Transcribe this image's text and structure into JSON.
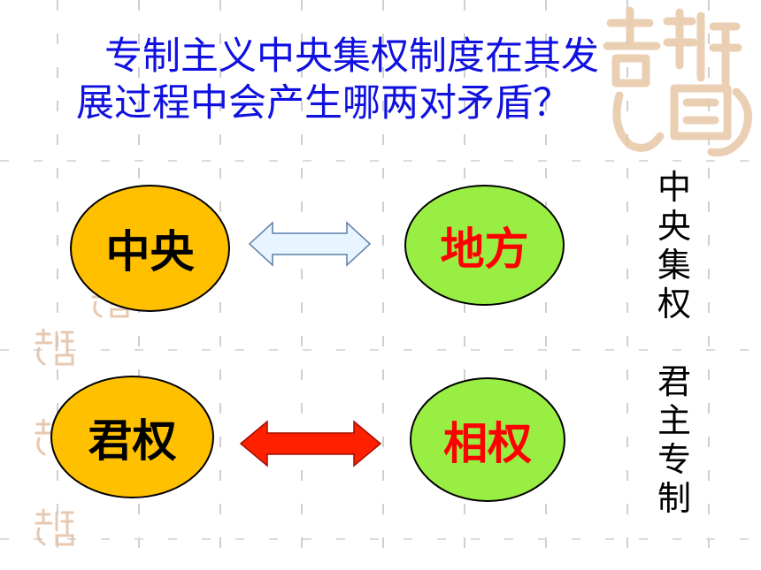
{
  "slide": {
    "title_line1": "专制主义中央集权制度在其发",
    "title_line2": "展过程中会产生哪两对矛盾？",
    "pair1": {
      "left_label": "中央",
      "right_label": "地方",
      "arrow_color": "#e8f4ff"
    },
    "pair2": {
      "left_label": "君权",
      "right_label": "相权",
      "arrow_color": "#ff2000"
    },
    "side_note": {
      "part1": "中央集权",
      "part2": "君主专制"
    }
  },
  "colors": {
    "title": "#1010e0",
    "node_orange": "#ffc000",
    "node_green": "#99ee44",
    "label_red": "#ff0000",
    "seal_tan": "#e7c7a6"
  },
  "decor": {
    "seal_icon": "auspicious-seal-icon"
  }
}
